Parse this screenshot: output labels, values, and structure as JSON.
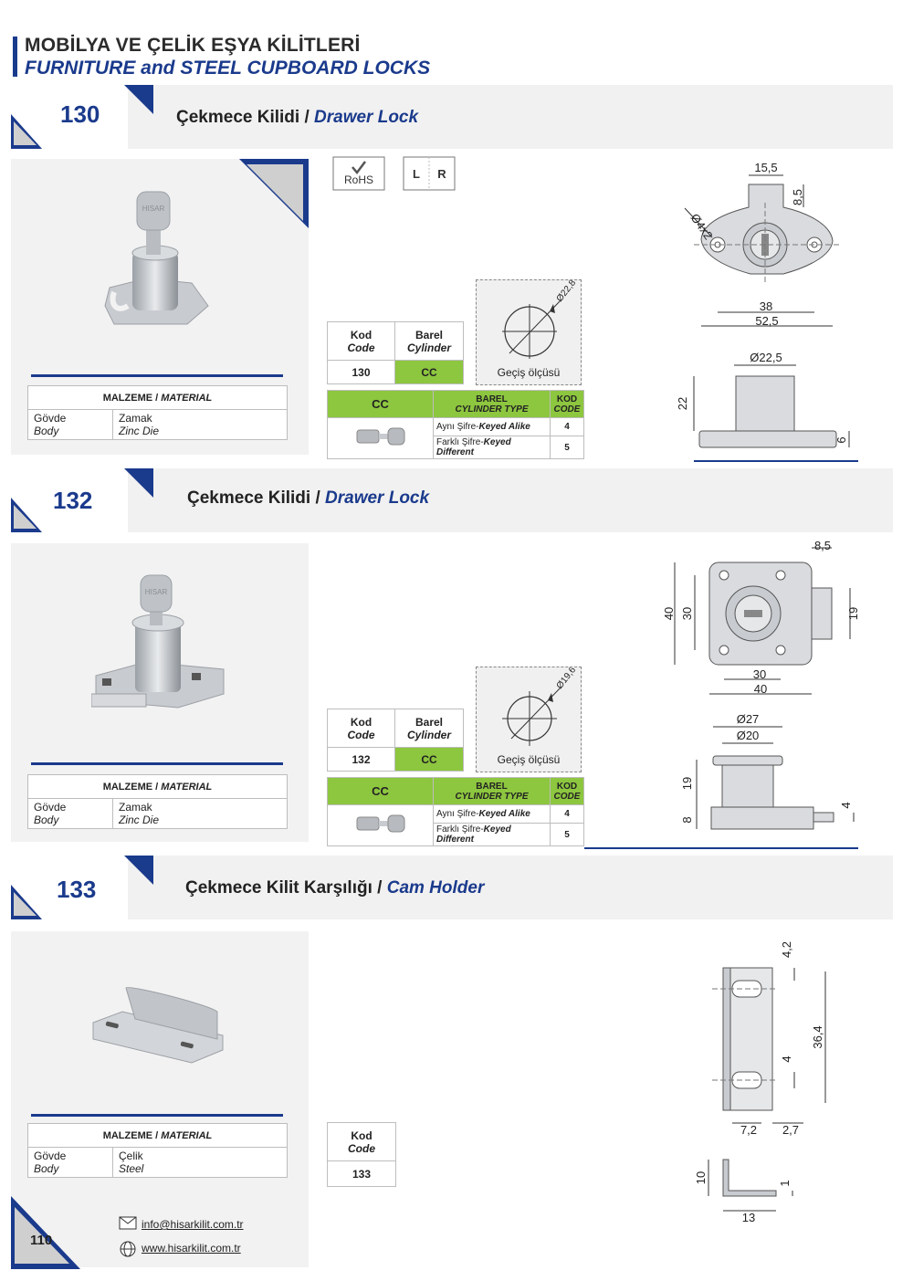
{
  "header": {
    "title_tr": "MOBİLYA VE ÇELİK EŞYA KİLİTLERİ",
    "title_en": "FURNITURE and STEEL CUPBOARD LOCKS"
  },
  "products": [
    {
      "number": "130",
      "name_tr": "Çekmece Kilidi",
      "separator": " / ",
      "name_en": "Drawer Lock",
      "badges": {
        "rohs": "RoHS",
        "left": "L",
        "right": "R"
      },
      "material": {
        "header_tr": "MALZEME",
        "header_en": "MATERIAL",
        "row_tr": "Gövde",
        "row_en": "Body",
        "value_tr": "Zamak",
        "value_en": "Zinc Die"
      },
      "code_table": {
        "kod": "Kod",
        "code": "Code",
        "barel": "Barel",
        "cylinder": "Cylinder",
        "code_value": "130",
        "cylinder_value": "CC"
      },
      "cylinder_table": {
        "cc": "CC",
        "barel": "BAREL",
        "cyl_type": "CYLINDER TYPE",
        "kod": "KOD",
        "code": "CODE",
        "row1_tr": "Aynı Şifre-",
        "row1_en": "Keyed Alike",
        "row1_code": "4",
        "row2_tr": "Farklı Şifre-",
        "row2_en": "Keyed Different",
        "row2_code": "5"
      },
      "geometry": {
        "diameter": "Ø22,8",
        "label": "Geçiş ölçüsü"
      },
      "dims": {
        "d1": "15,5",
        "d2": "8,5",
        "d3": "Ø4x2",
        "d4": "38",
        "d5": "52,5",
        "d6": "Ø22,5",
        "d7": "22",
        "d8": "6"
      }
    },
    {
      "number": "132",
      "name_tr": "Çekmece Kilidi",
      "separator": " / ",
      "name_en": "Drawer Lock",
      "material": {
        "header_tr": "MALZEME",
        "header_en": "MATERIAL",
        "row_tr": "Gövde",
        "row_en": "Body",
        "value_tr": "Zamak",
        "value_en": "Zinc Die"
      },
      "code_table": {
        "kod": "Kod",
        "code": "Code",
        "barel": "Barel",
        "cylinder": "Cylinder",
        "code_value": "132",
        "cylinder_value": "CC"
      },
      "cylinder_table": {
        "cc": "CC",
        "barel": "BAREL",
        "cyl_type": "CYLINDER TYPE",
        "kod": "KOD",
        "code": "CODE",
        "row1_tr": "Aynı Şifre-",
        "row1_en": "Keyed Alike",
        "row1_code": "4",
        "row2_tr": "Farklı Şifre-",
        "row2_en": "Keyed Different",
        "row2_code": "5"
      },
      "geometry": {
        "diameter": "Ø19,6",
        "label": "Geçiş ölçüsü"
      },
      "dims": {
        "d1": "8,5",
        "d2": "40",
        "d3": "30",
        "d4": "19",
        "d5": "30",
        "d6": "40",
        "d7": "Ø27",
        "d8": "Ø20",
        "d9": "19",
        "d10": "8",
        "d11": "4"
      }
    },
    {
      "number": "133",
      "name_tr": "Çekmece Kilit Karşılığı",
      "separator": " / ",
      "name_en": "Cam Holder",
      "material": {
        "header_tr": "MALZEME",
        "header_en": "MATERIAL",
        "row_tr": "Gövde",
        "row_en": "Body",
        "value_tr": "Çelik",
        "value_en": "Steel"
      },
      "code_table": {
        "kod": "Kod",
        "code": "Code",
        "code_value": "133"
      },
      "dims": {
        "d1": "4,2",
        "d2": "36,4",
        "d3": "4",
        "d4": "7,2",
        "d5": "2,7",
        "d6": "10",
        "d7": "1",
        "d8": "13"
      }
    }
  ],
  "footer": {
    "page_number": "110",
    "email": "info@hisarkilit.com.tr",
    "website": "www.hisarkilit.com.tr"
  },
  "colors": {
    "navy": "#1a3a8c",
    "green": "#8dc63f",
    "band": "#f1f1f1"
  }
}
